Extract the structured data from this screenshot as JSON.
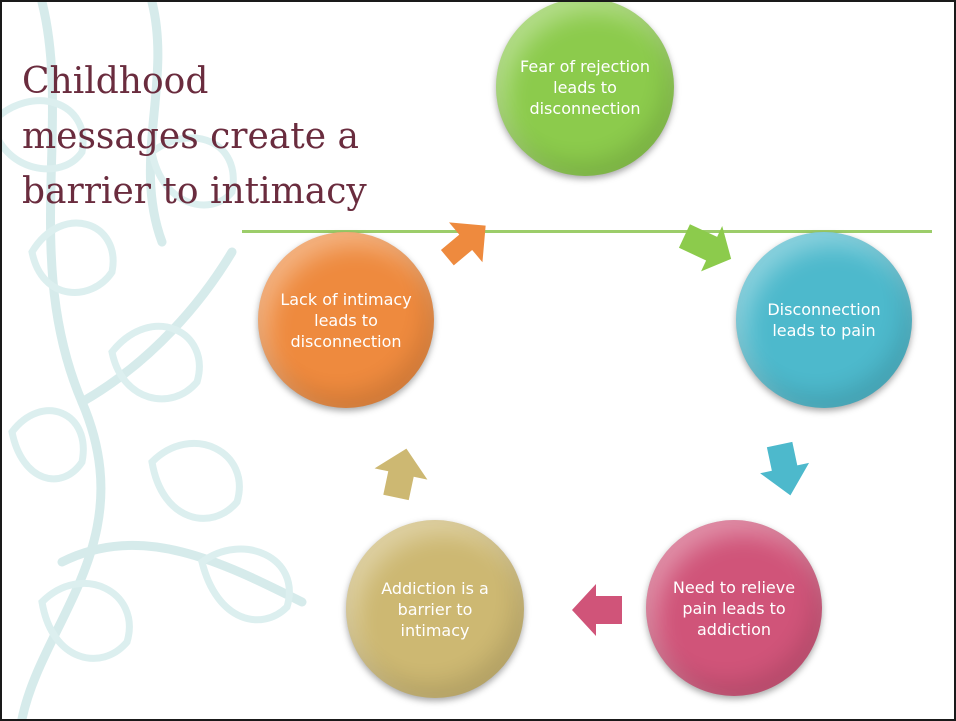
{
  "slide": {
    "title": "Childhood\nmessages create a\nbarrier to intimacy"
  },
  "colors": {
    "title": "#6a2c3e",
    "accent_line": "#9ccd6a",
    "vine": "#d6ebeb",
    "green": "#8ccb4c",
    "blue": "#4db9cc",
    "pink": "#d05479",
    "tan": "#cdb872",
    "orange": "#ee8a3e"
  },
  "cycle": {
    "nodes": [
      {
        "label": "Fear of rejection leads to disconnection",
        "color": "green"
      },
      {
        "label": "Disconnection leads to pain",
        "color": "blue"
      },
      {
        "label": "Need to relieve pain leads to addiction",
        "color": "pink"
      },
      {
        "label": "Addiction is a barrier to intimacy",
        "color": "tan"
      },
      {
        "label": "Lack of intimacy leads to disconnection",
        "color": "orange"
      }
    ],
    "arrows": [
      {
        "icon": "arrow-right-down-icon",
        "color": "green"
      },
      {
        "icon": "arrow-down-icon",
        "color": "blue"
      },
      {
        "icon": "arrow-left-icon",
        "color": "pink"
      },
      {
        "icon": "arrow-up-icon",
        "color": "tan"
      },
      {
        "icon": "arrow-up-right-icon",
        "color": "orange"
      }
    ]
  }
}
